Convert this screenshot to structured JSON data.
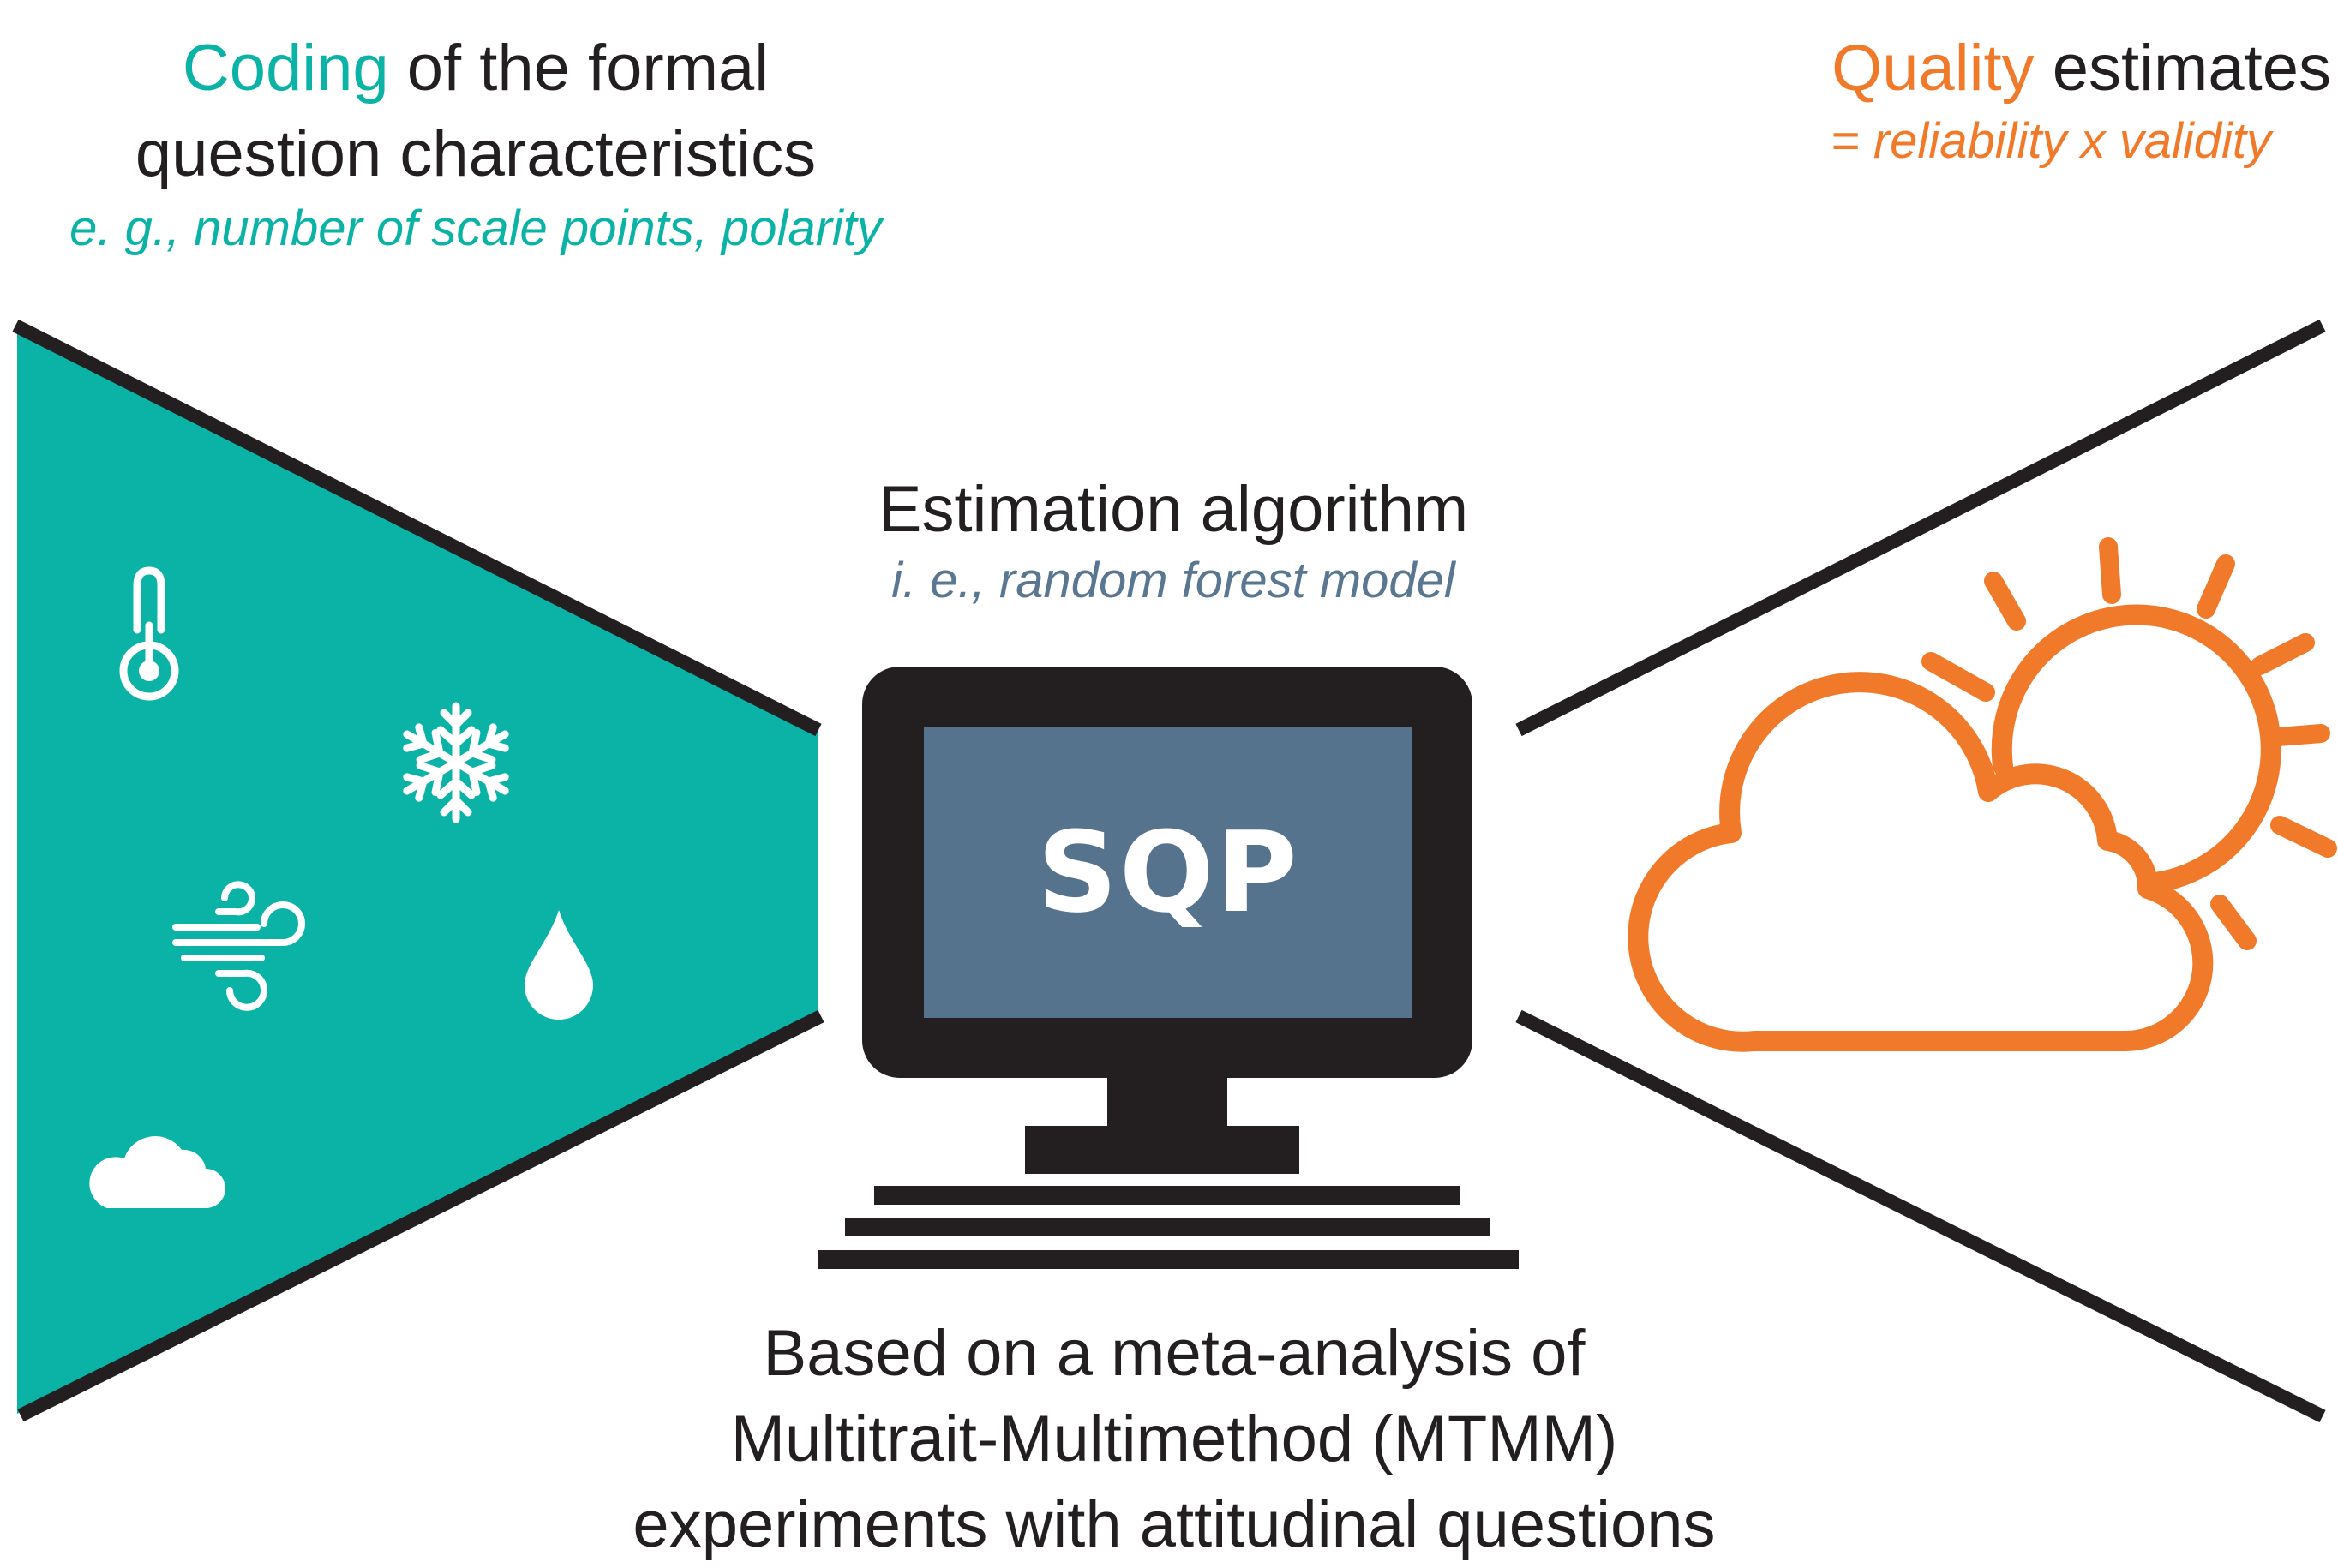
{
  "left_panel": {
    "heading_accent": "Coding",
    "heading_rest_line1": " of the formal",
    "heading_line2": "question characteristics",
    "example": "e. g., number of scale points, polarity",
    "icons": [
      "thermometer-icon",
      "snowflake-icon",
      "wind-icon",
      "raindrop-icon",
      "cloud-icon"
    ]
  },
  "right_panel": {
    "heading_accent": "Quality",
    "heading_rest": " estimates",
    "formula": "= reliability x validity",
    "icon": "sun-behind-cloud-icon"
  },
  "center": {
    "heading": "Estimation algorithm",
    "subheading": "i. e., random forest model",
    "screen_label": "SQP",
    "icon": "computer-monitor-icon"
  },
  "bottom": {
    "line1": "Based on a meta-analysis of",
    "line2": "Multitrait-Multimethod (MTMM)",
    "line3": "experiments with attitudinal questions"
  },
  "colors": {
    "teal": "#0bb3a6",
    "orange": "#f07a2a",
    "dark": "#231f20",
    "screen": "#56738e",
    "subtext": "#5a7791"
  }
}
